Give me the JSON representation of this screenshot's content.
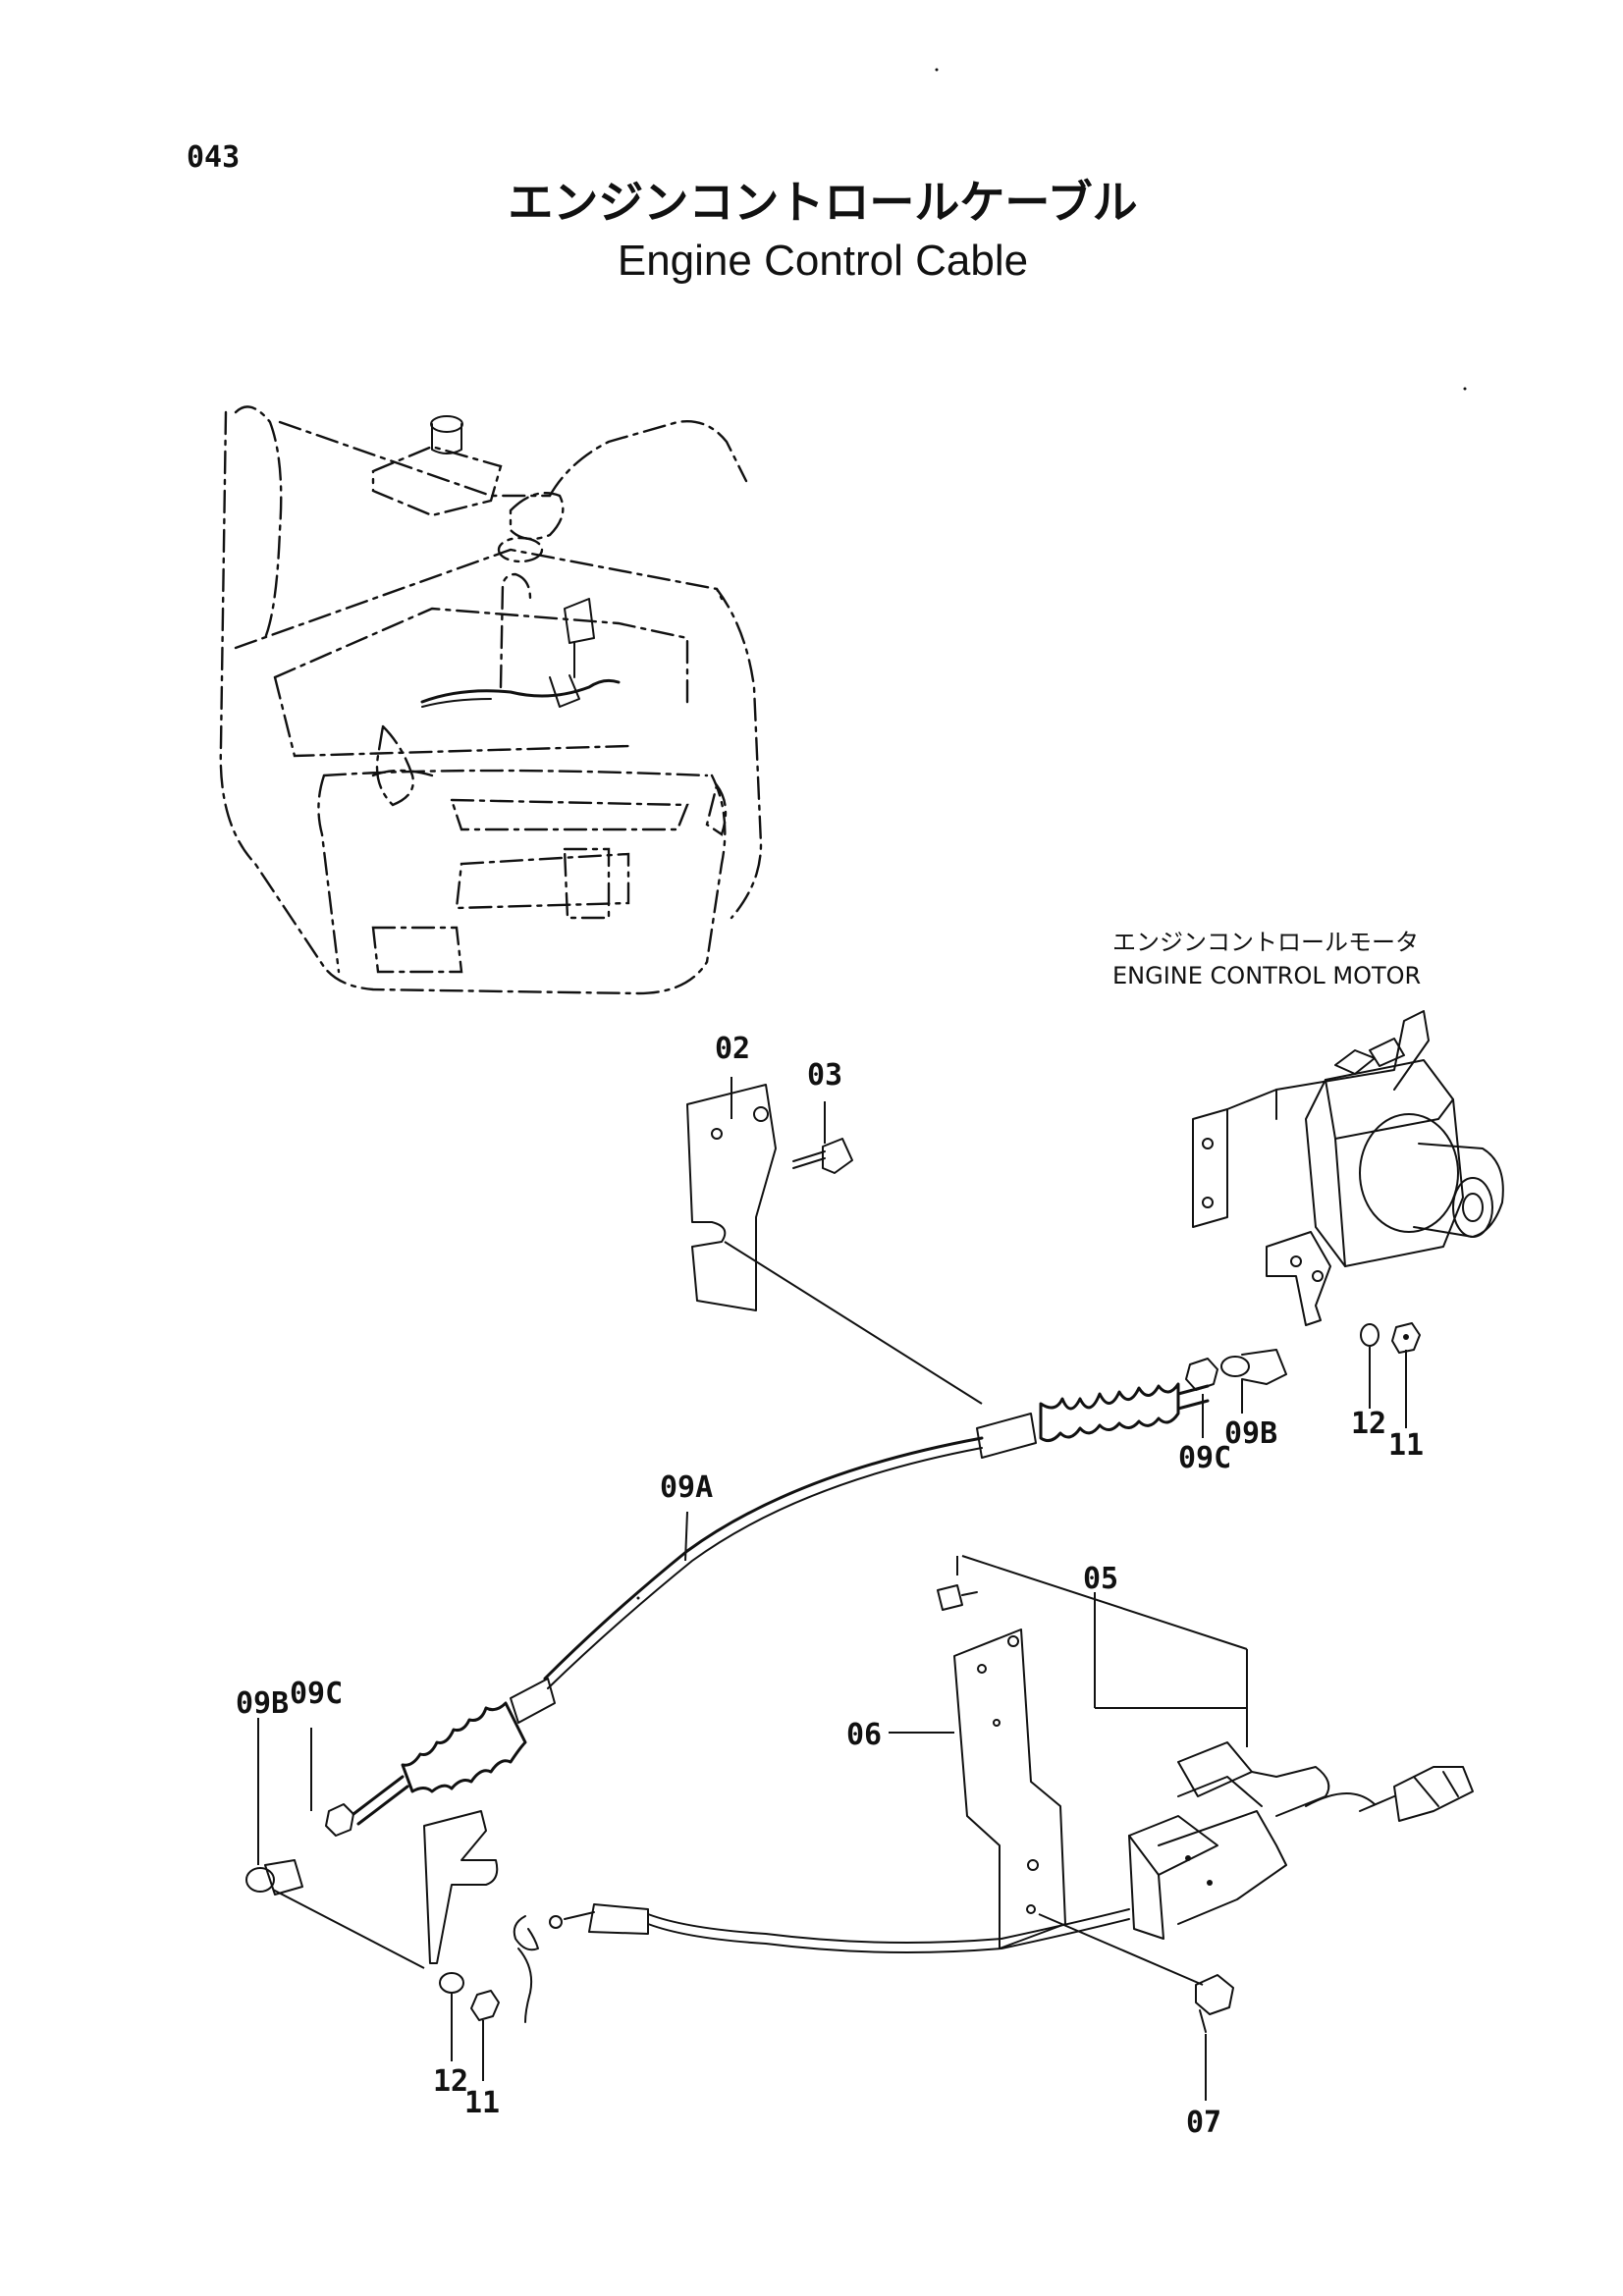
{
  "page": {
    "number": "043"
  },
  "title": {
    "japanese": "エンジンコントロールケーブル",
    "english": "Engine Control Cable"
  },
  "motor_label": {
    "japanese": "エンジンコントロールモータ",
    "english": "ENGINE CONTROL MOTOR"
  },
  "callouts": {
    "p02": "02",
    "p03": "03",
    "p05": "05",
    "p06": "06",
    "p07": "07",
    "p09a": "09A",
    "p09b_right": "09B",
    "p09c_right": "09C",
    "p09b_left": "09B",
    "p09c_left": "09C",
    "p12_right": "12",
    "p11_right": "11",
    "p12_left": "12",
    "p11_left": "11"
  }
}
